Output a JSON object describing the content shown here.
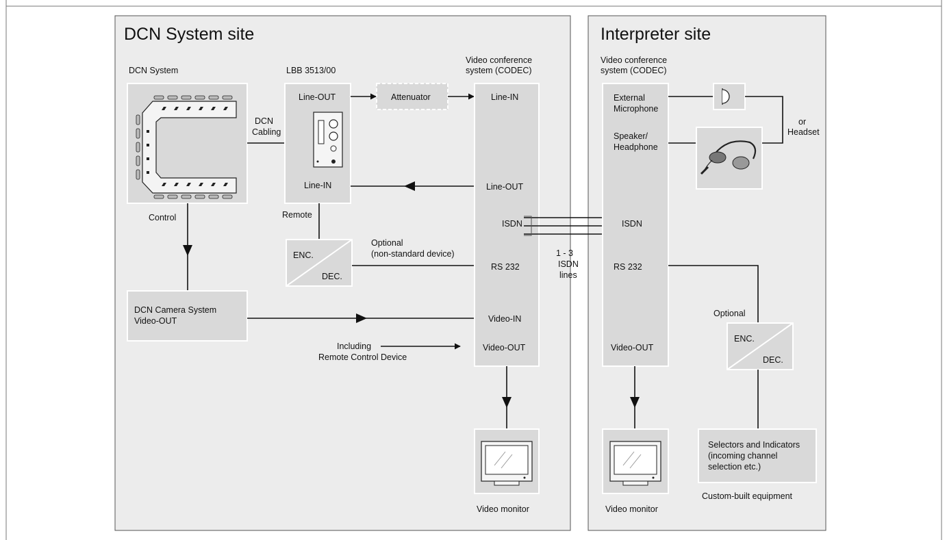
{
  "sites": {
    "left_title": "DCN System site",
    "right_title": "Interpreter site"
  },
  "left": {
    "dcn_system_label": "DCN System",
    "lbb_label": "LBB 3513/00",
    "codec_label_1": "Video conference",
    "codec_label_2": "system (CODEC)",
    "line_out": "Line-OUT",
    "line_in": "Line-IN",
    "attenuator": "Attenuator",
    "dcn_cabling_1": "DCN",
    "dcn_cabling_2": "Cabling",
    "codec_line_in": "Line-IN",
    "codec_line_out": "Line-OUT",
    "isdn": "ISDN",
    "rs232": "RS 232",
    "video_in": "Video-IN",
    "video_out": "Video-OUT",
    "remote": "Remote",
    "control": "Control",
    "enc": "ENC.",
    "dec": "DEC.",
    "optional_1": "Optional",
    "optional_2": "(non-standard device)",
    "camera_1": "DCN Camera System",
    "camera_2": "Video-OUT",
    "including_1": "Including",
    "including_2": "Remote Control Device",
    "video_monitor": "Video monitor"
  },
  "middle": {
    "isdn_lines_1": "1 - 3",
    "isdn_lines_2": "ISDN",
    "isdn_lines_3": "lines"
  },
  "right": {
    "codec_label_1": "Video conference",
    "codec_label_2": "system (CODEC)",
    "ext_mic_1": "External",
    "ext_mic_2": "Microphone",
    "speaker_1": "Speaker/",
    "speaker_2": "Headphone",
    "or": "or",
    "headset": "Headset",
    "isdn": "ISDN",
    "rs232": "RS 232",
    "video_out": "Video-OUT",
    "optional": "Optional",
    "enc": "ENC.",
    "dec": "DEC.",
    "selectors_1": "Selectors and Indicators",
    "selectors_2": "(incoming channel",
    "selectors_3": "selection etc.)",
    "custom_built": "Custom-built equipment",
    "video_monitor": "Video monitor"
  },
  "colors": {
    "site_bg": "#ececec",
    "box_fill": "#d9d9d9",
    "line": "#111111"
  }
}
